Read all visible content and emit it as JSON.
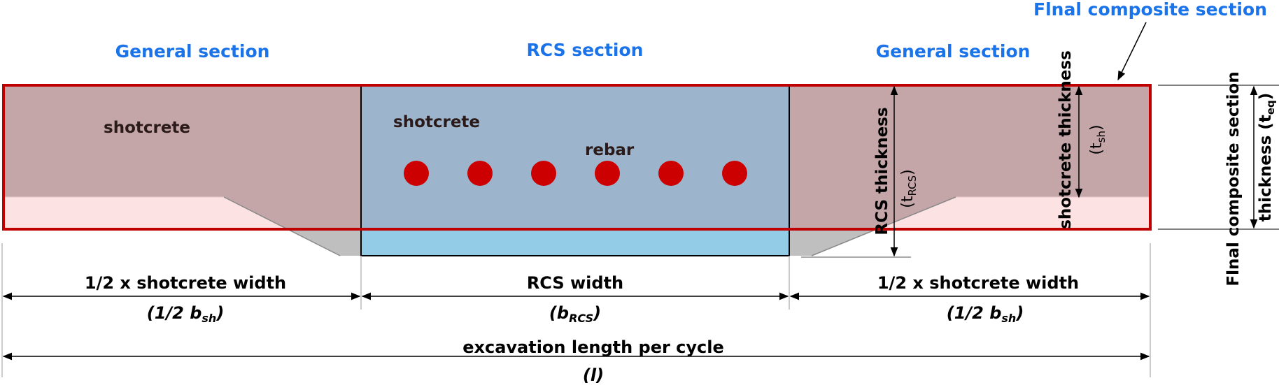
{
  "headers": {
    "left": "General  section",
    "center": "RCS section",
    "right": "General section",
    "top_right": "Flnal composite section"
  },
  "labels": {
    "shotcrete_left": "shotcrete",
    "shotcrete_center": "shotcrete",
    "rebar": "rebar"
  },
  "dimensions": {
    "left_width": "1/2 x shotcrete width",
    "left_symbol": "(1/2 b",
    "left_symbol_sub": "sh",
    "center_width": "RCS width",
    "center_symbol": "(b",
    "center_symbol_sub": "RCS",
    "right_width": "1/2 x shotcrete width",
    "right_symbol": "(1/2 b",
    "right_symbol_sub": "sh",
    "total": "excavation length per cycle",
    "total_symbol": "(l)"
  },
  "vertical": {
    "rcs_thickness": "RCS thickness",
    "rcs_symbol": "(t",
    "rcs_symbol_sub": "RCS",
    "shotcrete_thickness": "shotcrete thickness",
    "sh_symbol": "(t",
    "sh_symbol_sub": "sh",
    "final_line1": "Flnal composite section",
    "final_line2": "thickness (t",
    "final_sub": "eq"
  },
  "colors": {
    "header_blue": "#1a73e8",
    "outline_red": "#c00000",
    "shotcrete_fill": "#c4a5a8",
    "pink_fill": "#fde2e4",
    "rcs_fill": "#9db5cc",
    "rcs_bottom": "#93cce6",
    "taper_gray": "#bfbfbf",
    "rebar_red": "#cc0000"
  },
  "close_paren": ")"
}
